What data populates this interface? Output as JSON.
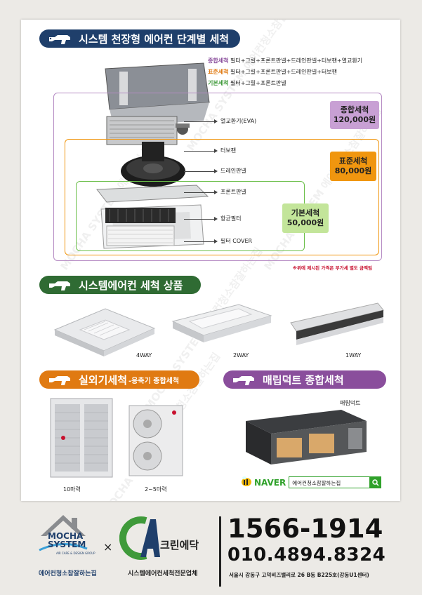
{
  "section1": {
    "title": "시스템 천장형 에어컨 단계별 세척",
    "legend": [
      {
        "label": "종합세척",
        "desc": "필터+그릴+프론트판넬+드레인판넬+터보팬+열교환기",
        "color": "#8a4e9c"
      },
      {
        "label": "표준세척",
        "desc": "필터+그릴+프론트판넬+드레인판넬+터보팬",
        "color": "#e07a12"
      },
      {
        "label": "기본세척",
        "desc": "필터+그릴+프론트판넬",
        "color": "#3f9a3a"
      }
    ],
    "parts": [
      "열교환기(EVA)",
      "터보팬",
      "드레인판넬",
      "프론트판넬",
      "항균필터",
      "필터 COVER"
    ],
    "prices": [
      {
        "name": "종합세척",
        "price": "120,000원",
        "color": "#c8a0d4"
      },
      {
        "name": "표준세척",
        "price": "80,000원",
        "color": "#f0960f"
      },
      {
        "name": "기본세척",
        "price": "50,000원",
        "color": "#c3e59a"
      }
    ],
    "note": "※위에 제시된 가격은 부가세 별도 금액임"
  },
  "section2": {
    "title": "시스템에어컨 세척 상품",
    "products": [
      "4WAY",
      "2WAY",
      "1WAY"
    ]
  },
  "section3": {
    "title": "실외기세척",
    "subtitle": "-응축기 종합세척",
    "units": [
      "10마력",
      "2~5마력"
    ]
  },
  "section4": {
    "title": "매립덕트 종합세척",
    "label": "매립덕트"
  },
  "naver": {
    "brand": "NAVER",
    "query": "에어컨청소참잘하는집"
  },
  "watermark": "MOCHA SYSTEM 에어컨청소참잘하는집",
  "footer": {
    "mocha_brand_line1": "MOCHA",
    "mocha_brand_line2": "SYSTEM",
    "mocha_sub": "AIR CARE & DESIGN GROUP",
    "mocha_tag": "에어컨청소참잘하는집",
    "times": "×",
    "clean_name": "크린에닥",
    "clean_tag": "시스템에어컨세척전문업체",
    "phone1": "1566-1914",
    "phone2": "010.4894.8324",
    "address": "서울시 강동구 고덕비즈밸리로 26 B동 B225호(강동U1센터)"
  }
}
